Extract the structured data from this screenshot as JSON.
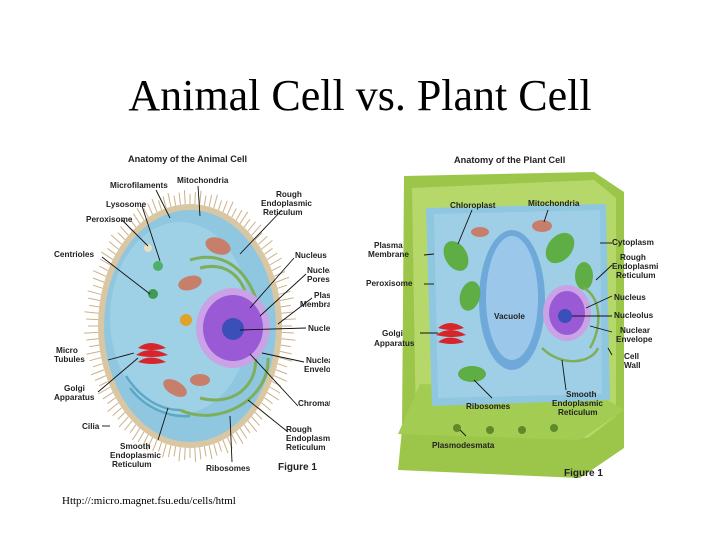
{
  "title": "Animal Cell vs. Plant Cell",
  "source": "Http://:micro.magnet.fsu.edu/cells/html",
  "colors": {
    "cytoplasm": "#8fc7e0",
    "nucleus": "#9a5ad6",
    "mitochondria": "#c77e6b",
    "golgi": "#d6262b",
    "chloroplast": "#5fae45",
    "cell_wall": "#9cc64a",
    "vacuole": "#6fa9d9"
  },
  "animal": {
    "heading": "Anatomy of the Animal Cell",
    "figure": "Figure 1",
    "labels": {
      "microfilaments": "Microfilaments",
      "mitochondria": "Mitochondria",
      "lysosome": "Lysosome",
      "peroxisome": "Peroxisome",
      "rough_er_1": "Rough",
      "rough_er_2": "Endoplasmic",
      "rough_er_3": "Reticulum",
      "centrioles": "Centrioles",
      "nucleus": "Nucleus",
      "nuclear_pores_1": "Nuclear",
      "nuclear_pores_2": "Pores",
      "plasma_membrane_1": "Plasma",
      "plasma_membrane_2": "Membrane",
      "nucleolus": "Nucleolus",
      "micro_tubules_1": "Micro",
      "micro_tubules_2": "Tubules",
      "nuclear_envelope_1": "Nuclear",
      "nuclear_envelope_2": "Envelope",
      "golgi_1": "Golgi",
      "golgi_2": "Apparatus",
      "chromatin": "Chromatin",
      "cilia": "Cilia",
      "rough_er_b_1": "Rough",
      "rough_er_b_2": "Endoplasmic",
      "rough_er_b_3": "Reticulum",
      "smooth_er_1": "Smooth",
      "smooth_er_2": "Endoplasmic",
      "smooth_er_3": "Reticulum",
      "ribosomes": "Ribosomes"
    }
  },
  "plant": {
    "heading": "Anatomy of the Plant Cell",
    "figure": "Figure 1",
    "labels": {
      "chloroplast": "Chloroplast",
      "mitochondria": "Mitochondria",
      "plasma_membrane_1": "Plasma",
      "plasma_membrane_2": "Membrane",
      "cytoplasm": "Cytoplasm",
      "rough_er_1": "Rough",
      "rough_er_2": "Endoplasmic",
      "rough_er_3": "Reticulum",
      "peroxisome": "Peroxisome",
      "nucleus": "Nucleus",
      "vacuole": "Vacuole",
      "nucleolus": "Nucleolus",
      "golgi_1": "Golgi",
      "golgi_2": "Apparatus",
      "nuclear_envelope_1": "Nuclear",
      "nuclear_envelope_2": "Envelope",
      "cell_wall_1": "Cell",
      "cell_wall_2": "Wall",
      "smooth_er_1": "Smooth",
      "smooth_er_2": "Endoplasmic",
      "smooth_er_3": "Reticulum",
      "ribosomes": "Ribosomes",
      "plasmodesmata": "Plasmodesmata"
    }
  }
}
